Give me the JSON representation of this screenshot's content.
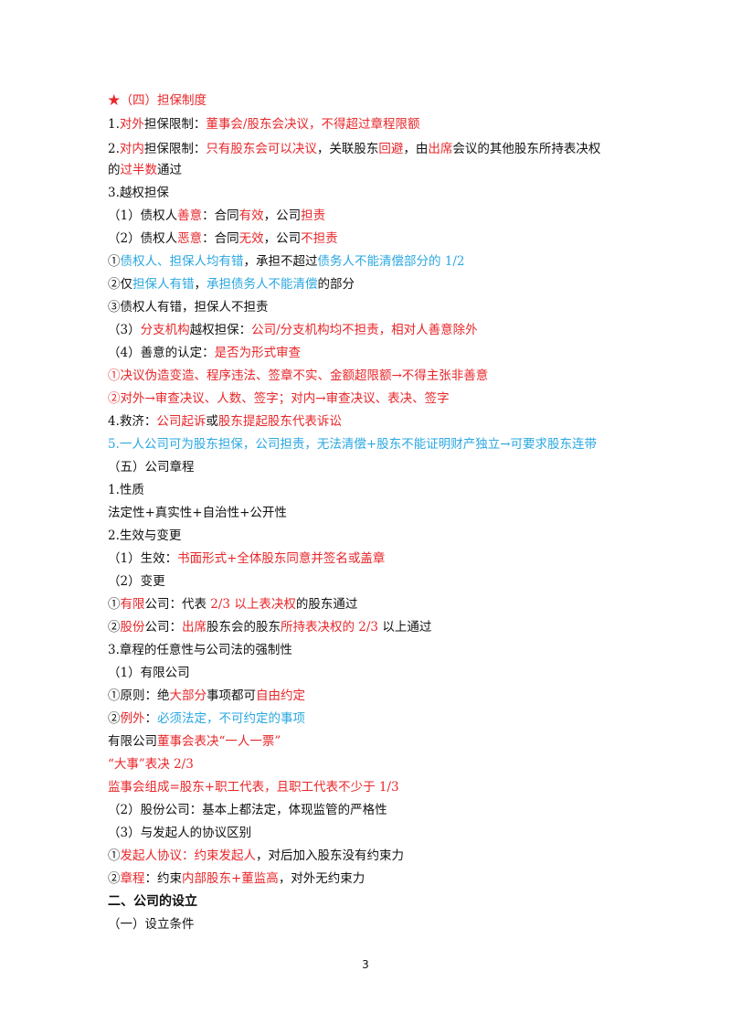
{
  "document": {
    "page_number": "3",
    "lines": [
      [
        {
          "t": "★（四）担保制度",
          "c": "red"
        }
      ],
      [
        {
          "t": "1.",
          "c": "blk"
        },
        {
          "t": "对外",
          "c": "red"
        },
        {
          "t": "担保限制：",
          "c": "blk"
        },
        {
          "t": "董事会/股东会决议，不得超过章程限额",
          "c": "red"
        }
      ],
      [
        {
          "t": "2.",
          "c": "blk"
        },
        {
          "t": "对内",
          "c": "red"
        },
        {
          "t": "担保限制：",
          "c": "blk"
        },
        {
          "t": "只有股东会可以决议",
          "c": "red"
        },
        {
          "t": "，关联股东",
          "c": "blk"
        },
        {
          "t": "回避",
          "c": "red"
        },
        {
          "t": "，由",
          "c": "blk"
        },
        {
          "t": "出席",
          "c": "red"
        },
        {
          "t": "会议的其他股东所持表决权",
          "c": "blk"
        }
      ],
      [
        {
          "t": "的",
          "c": "blk"
        },
        {
          "t": "过半数",
          "c": "red"
        },
        {
          "t": "通过",
          "c": "blk"
        }
      ],
      [
        {
          "t": "3.越权担保",
          "c": "blk"
        }
      ],
      [
        {
          "t": "（1）债权人",
          "c": "blk"
        },
        {
          "t": "善意",
          "c": "red"
        },
        {
          "t": "：合同",
          "c": "blk"
        },
        {
          "t": "有效",
          "c": "red"
        },
        {
          "t": "，公司",
          "c": "blk"
        },
        {
          "t": "担责",
          "c": "red"
        }
      ],
      [
        {
          "t": "（2）债权人",
          "c": "blk"
        },
        {
          "t": "恶意",
          "c": "red"
        },
        {
          "t": "：合同",
          "c": "blk"
        },
        {
          "t": "无效",
          "c": "red"
        },
        {
          "t": "，公司",
          "c": "blk"
        },
        {
          "t": "不担责",
          "c": "red"
        }
      ],
      [
        {
          "t": "①",
          "c": "blk"
        },
        {
          "t": "债权人、担保人均有错",
          "c": "blue"
        },
        {
          "t": "，承担不超过",
          "c": "blk"
        },
        {
          "t": "债务人不能清偿部分的 1/2",
          "c": "blue"
        }
      ],
      [
        {
          "t": "②仅",
          "c": "blk"
        },
        {
          "t": "担保人有错",
          "c": "blue"
        },
        {
          "t": "，",
          "c": "blk"
        },
        {
          "t": "承担债务人不能清偿",
          "c": "blue"
        },
        {
          "t": "的部分",
          "c": "blk"
        }
      ],
      [
        {
          "t": "③债权人有错，担保人不担责",
          "c": "blk"
        }
      ],
      [
        {
          "t": "（3）",
          "c": "blk"
        },
        {
          "t": "分支机构",
          "c": "red"
        },
        {
          "t": "越权担保：",
          "c": "blk"
        },
        {
          "t": "公司/分支机构均不担责，相对人善意除外",
          "c": "red"
        }
      ],
      [
        {
          "t": "（4）善意的认定：",
          "c": "blk"
        },
        {
          "t": "是否为形式审查",
          "c": "red"
        }
      ],
      [
        {
          "t": "①决议伪造变造、程序违法、签章不实、金额超限额→不得主张非善意",
          "c": "red"
        }
      ],
      [
        {
          "t": "②对外→审查决议、人数、签字；对内→审查决议、表决、签字",
          "c": "red"
        }
      ],
      [
        {
          "t": "4.救济：",
          "c": "blk"
        },
        {
          "t": "公司起诉",
          "c": "red"
        },
        {
          "t": "或",
          "c": "blk"
        },
        {
          "t": "股东提起股东代表诉讼",
          "c": "red"
        }
      ],
      [
        {
          "t": "5.一人公司可为股东担保，公司担责，无法清偿+股东不能证明财产独立→可要求股东连带",
          "c": "blue"
        }
      ],
      [
        {
          "t": "（五）公司章程",
          "c": "blk"
        }
      ],
      [
        {
          "t": "1.性质",
          "c": "blk"
        }
      ],
      [
        {
          "t": "法定性+真实性+自治性+公开性",
          "c": "blk"
        }
      ],
      [
        {
          "t": "2.生效与变更",
          "c": "blk"
        }
      ],
      [
        {
          "t": "（1）生效：",
          "c": "blk"
        },
        {
          "t": "书面形式+全体股东同意并签名或盖章",
          "c": "red"
        }
      ],
      [
        {
          "t": "（2）变更",
          "c": "blk"
        }
      ],
      [
        {
          "t": "①",
          "c": "blk"
        },
        {
          "t": "有限",
          "c": "red"
        },
        {
          "t": "公司：代表 ",
          "c": "blk"
        },
        {
          "t": "2/3 以上表决权",
          "c": "red"
        },
        {
          "t": "的股东通过",
          "c": "blk"
        }
      ],
      [
        {
          "t": "②",
          "c": "blk"
        },
        {
          "t": "股份",
          "c": "red"
        },
        {
          "t": "公司：",
          "c": "blk"
        },
        {
          "t": "出席",
          "c": "red"
        },
        {
          "t": "股东会的股东",
          "c": "blk"
        },
        {
          "t": "所持表决权的 2/3",
          "c": "red"
        },
        {
          "t": " 以上通过",
          "c": "blk"
        }
      ],
      [
        {
          "t": "3.章程的任意性与公司法的强制性",
          "c": "blk"
        }
      ],
      [
        {
          "t": "（1）有限公司",
          "c": "blk"
        }
      ],
      [
        {
          "t": "①原则：绝",
          "c": "blk"
        },
        {
          "t": "大部分",
          "c": "red"
        },
        {
          "t": "事项都可",
          "c": "blk"
        },
        {
          "t": "自由约定",
          "c": "red"
        }
      ],
      [
        {
          "t": "②",
          "c": "blk"
        },
        {
          "t": "例外",
          "c": "red"
        },
        {
          "t": "：",
          "c": "blk"
        },
        {
          "t": "必须法定，不可约定的事项",
          "c": "blue"
        }
      ],
      [
        {
          "t": "有限公司",
          "c": "blk"
        },
        {
          "t": "董事会表决“一人一票”",
          "c": "red"
        }
      ],
      [
        {
          "t": "“大事”表决 2/3",
          "c": "red"
        }
      ],
      [
        {
          "t": "监事会组成=股东+职工代表，且职工代表不少于 1/3",
          "c": "red"
        }
      ],
      [
        {
          "t": "（2）股份公司：基本上都法定，体现监管的严格性",
          "c": "blk"
        }
      ],
      [
        {
          "t": "（3）与发起人的协议区别",
          "c": "blk"
        }
      ],
      [
        {
          "t": "①",
          "c": "blk"
        },
        {
          "t": "发起人协议：约束发起人",
          "c": "red"
        },
        {
          "t": "，对后加入股东没有约束力",
          "c": "blk"
        }
      ],
      [
        {
          "t": "②",
          "c": "blk"
        },
        {
          "t": "章程",
          "c": "red"
        },
        {
          "t": "：约束",
          "c": "blk"
        },
        {
          "t": "内部股东+董监高",
          "c": "red"
        },
        {
          "t": "，对外无约束力",
          "c": "blk"
        }
      ],
      [
        {
          "t": "二、公司的设立",
          "c": "blk",
          "b": true
        }
      ],
      [
        {
          "t": "（一）设立条件",
          "c": "blk"
        }
      ]
    ]
  }
}
